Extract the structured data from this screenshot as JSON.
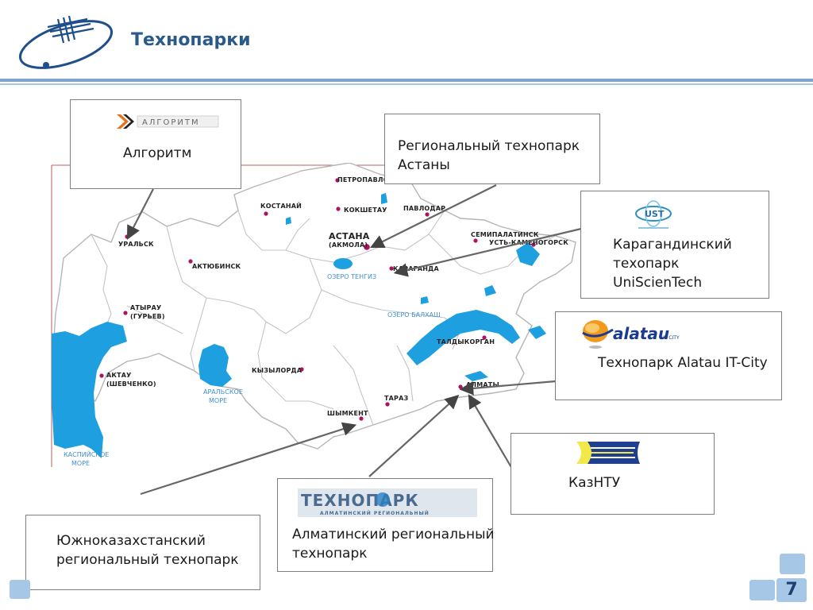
{
  "slide": {
    "title": "Технопарки",
    "page_number": "7"
  },
  "map": {
    "cities": [
      {
        "name": "ПЕТРОПАВЛОВСК"
      },
      {
        "name": "КОСТАНАЙ"
      },
      {
        "name": "КОКШЕТАУ"
      },
      {
        "name": "ПАВЛОДАР"
      },
      {
        "name": "УРАЛЬСК"
      },
      {
        "name": "АКТЮБИНСК"
      },
      {
        "name": "СЕМИПАЛАТИНСК"
      },
      {
        "name": "УСТЬ-КАМЕНОГОРСК"
      },
      {
        "name": "КАРАГАНДА"
      },
      {
        "name": "АТЫРАУ"
      },
      {
        "name": "(ГУРЬЕВ)"
      },
      {
        "name": "АКТАУ"
      },
      {
        "name": "(ШЕВЧЕНКО)"
      },
      {
        "name": "КЫЗЫЛОРДА"
      },
      {
        "name": "ТАЛДЫКОРГАН"
      },
      {
        "name": "АЛМАТЫ"
      },
      {
        "name": "ТАРАЗ"
      },
      {
        "name": "ШЫМКЕНТ"
      }
    ],
    "capital": {
      "name": "АСТАНА",
      "old_name": "(АКМОЛА)"
    },
    "water": {
      "tengiz": "ОЗЕРО ТЕНГИЗ",
      "balkhash": "ОЗЕРО БАЛХАШ",
      "aral_1": "АРАЛЬСКОЕ",
      "aral_2": "МОРЕ",
      "caspian_1": "КАСПИЙСКОЕ",
      "caspian_2": "МОРЕ"
    },
    "colors": {
      "land": "#ffffff",
      "border": "#bdbdbd",
      "water": "#1ea0e0",
      "dot": "#b01060"
    }
  },
  "boxes": {
    "algoritm": {
      "logo_text": "АЛГОРИТМ",
      "label": "Алгоритм"
    },
    "astana": {
      "line1": "Региональный технопарк",
      "line2": "Астаны"
    },
    "karaganda": {
      "logo_text": "UST",
      "line1": "Карагандинский",
      "line2": "техопарк",
      "line3": "UniScienTech"
    },
    "alatau": {
      "logo_text": "alatau",
      "logo_small": "IT CITY",
      "label": "Технопарк Alatau IT-City"
    },
    "kazntu": {
      "label": "КазНТУ"
    },
    "almaty": {
      "logo_line1": "ТЕХНОПАРК",
      "logo_line2": "АЛМАТИНСКИЙ РЕГИОНАЛЬНЫЙ",
      "line1": "Алматинский региональный",
      "line2": "технопарк"
    },
    "south": {
      "line1": "Южноказахстанский",
      "line2": "региональный технопарк"
    }
  }
}
